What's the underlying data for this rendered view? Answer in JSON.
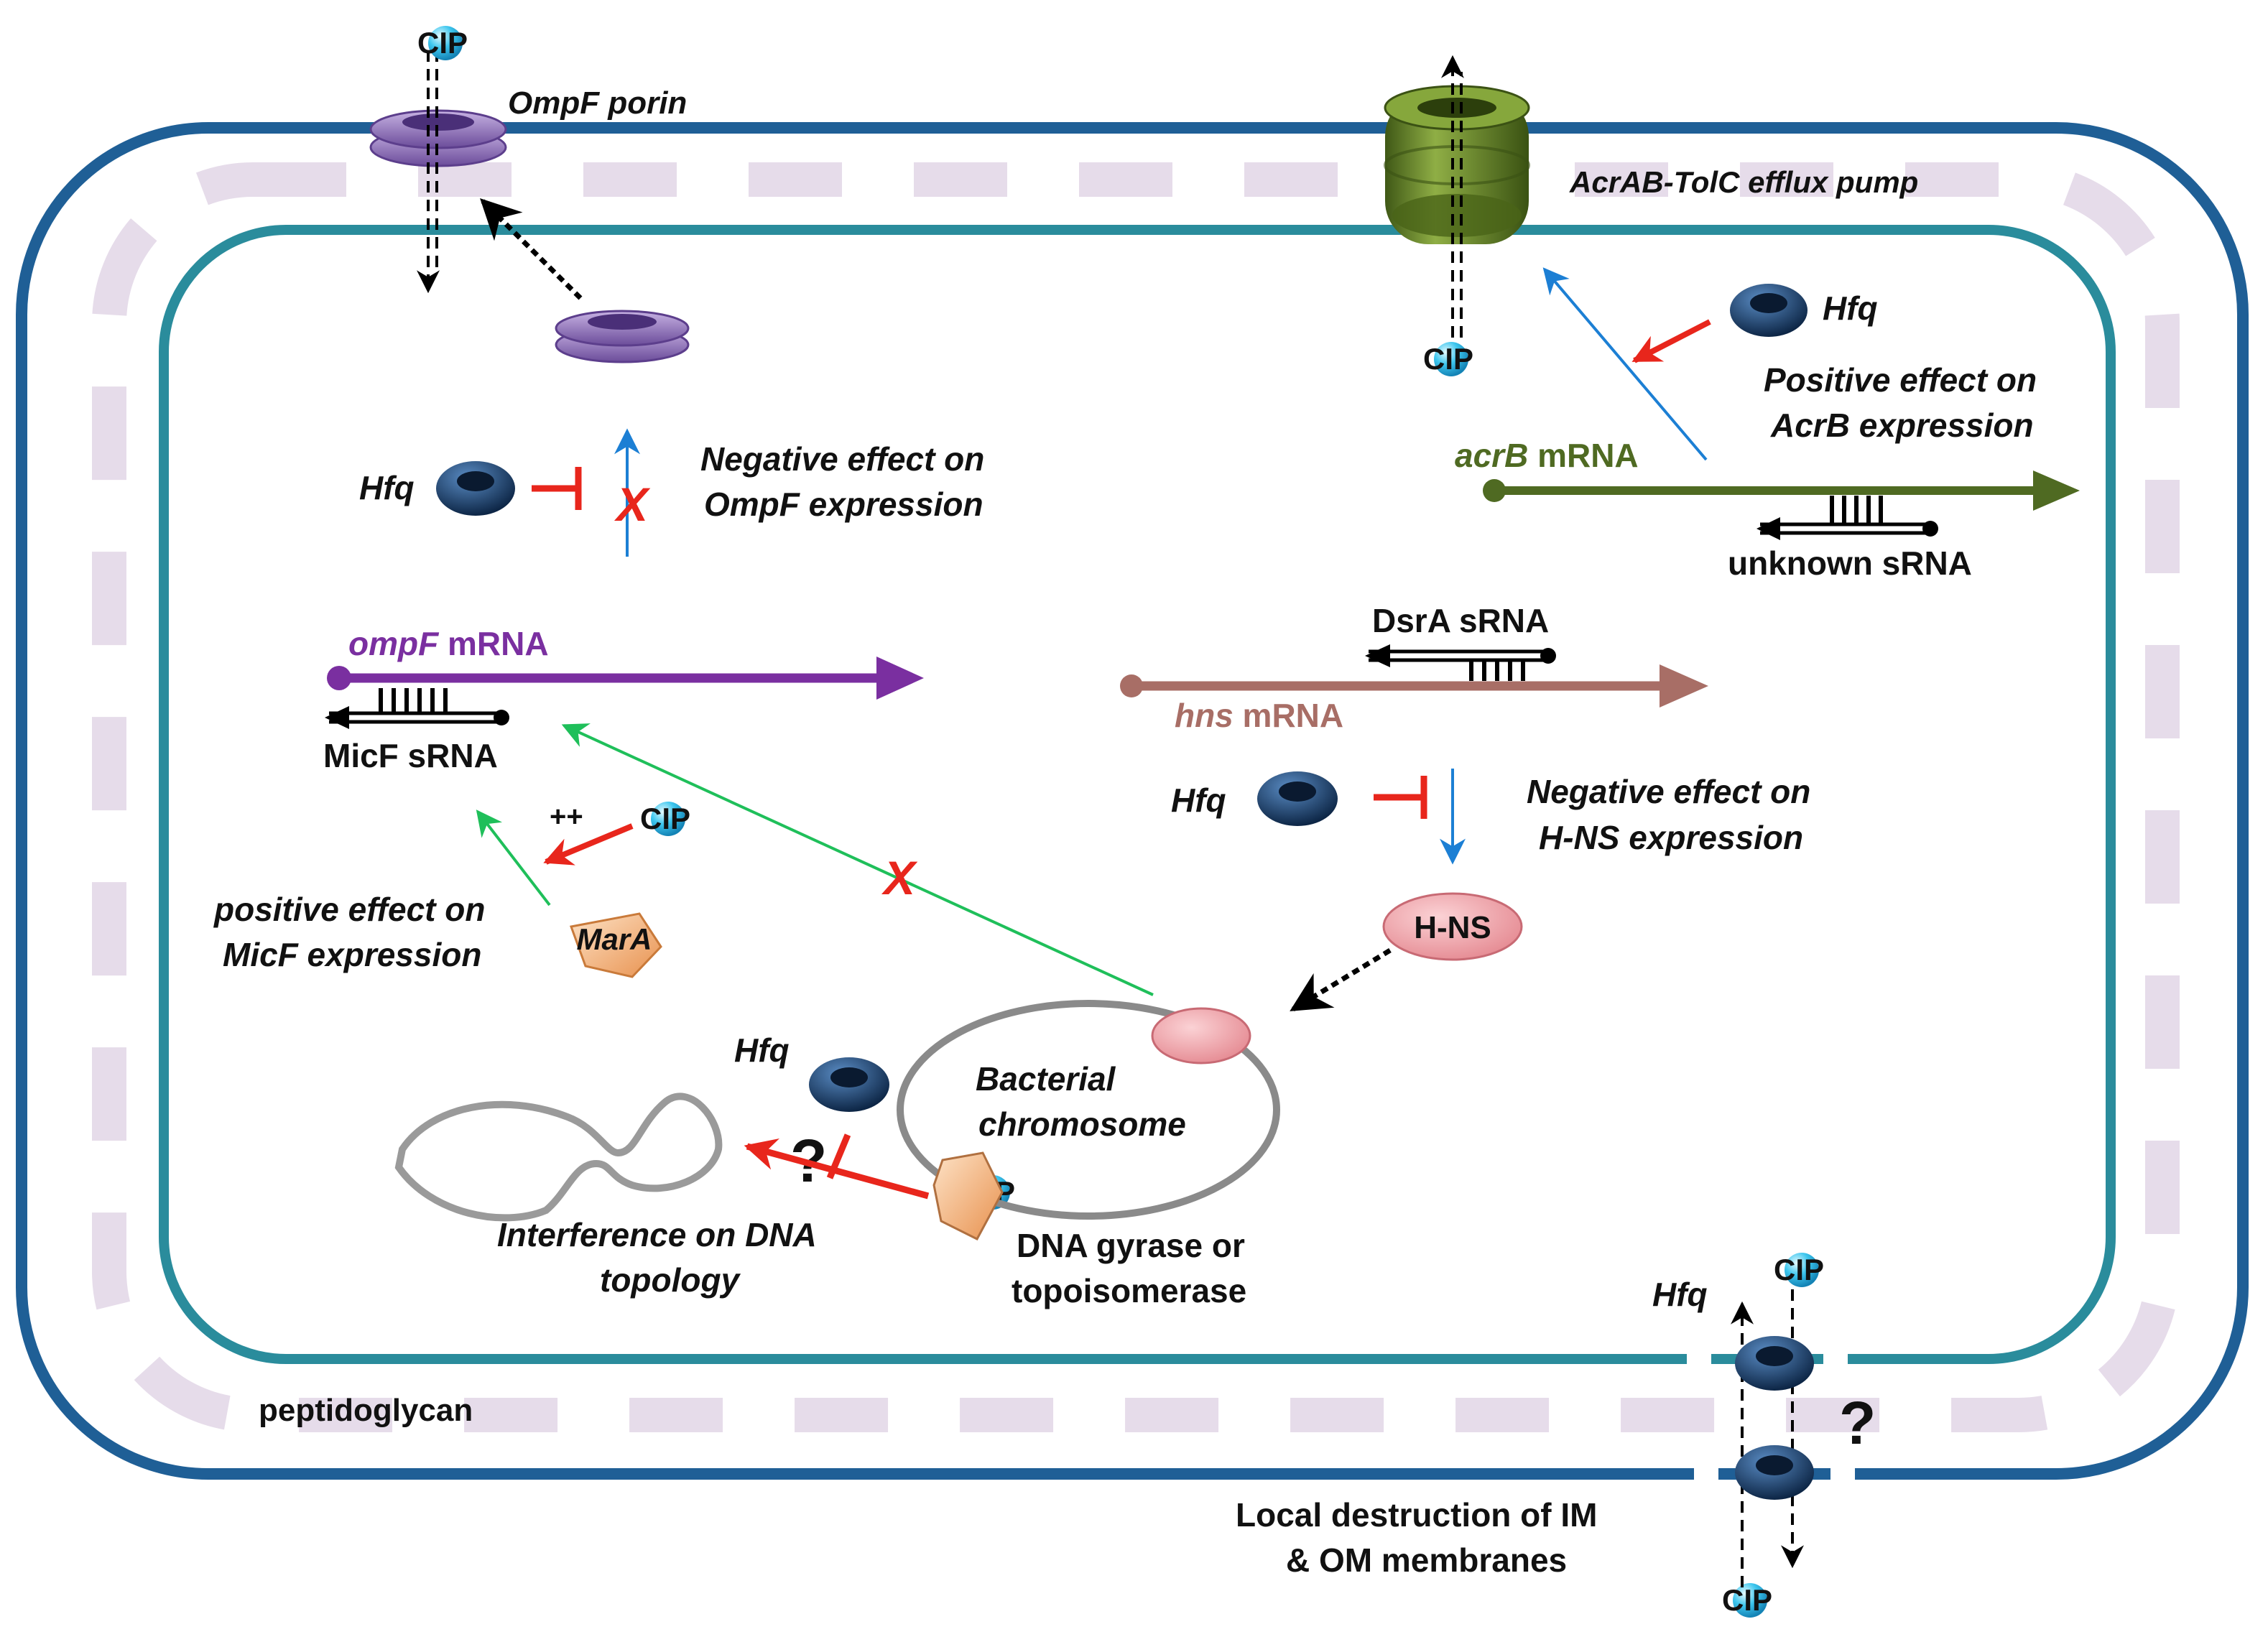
{
  "labels": {
    "ompf_porin": "OmpF porin",
    "acrab_pump": "AcrAB-TolC efflux pump",
    "cip": "CIP",
    "hfq": "Hfq",
    "neg_ompf_1": "Negative effect on",
    "neg_ompf_2": "OmpF expression",
    "pos_acrb_1": "Positive effect on",
    "pos_acrb_2": "AcrB expression",
    "acrb_italic": "acrB",
    "mrna_suffix": " mRNA",
    "unknown_srna": "unknown sRNA",
    "ompf_italic": "ompF",
    "micf_srna": "MicF sRNA",
    "dsra_srna": "DsrA sRNA",
    "hns_italic": "hns",
    "neg_hns_1": "Negative effect on",
    "neg_hns_2": "H-NS expression",
    "hns_protein": "H-NS",
    "plusplus": "++",
    "pos_micf_1": "positive effect on",
    "pos_micf_2": "MicF expression",
    "mara": "MarA",
    "chromosome_1": "Bacterial",
    "chromosome_2": "chromosome",
    "question": "?",
    "interference_1": "Interference on DNA",
    "interference_2": "topology",
    "gyrase_1": "DNA gyrase or",
    "gyrase_2": "topoisomerase",
    "peptidoglycan": "peptidoglycan",
    "local_destruction_1": "Local destruction of IM",
    "local_destruction_2": "& OM membranes",
    "x_mark": "X"
  },
  "colors": {
    "outer_membrane": "#1f5f96",
    "inner_membrane": "#2a8c9c",
    "peptidoglycan": "#e6dcea",
    "ompf_purple": "#7a2fa0",
    "acrb_green": "#4f6a22",
    "hns_brown": "#a86e66",
    "red": "#e8261c",
    "blue_arrow": "#1c7fd4",
    "green_arrow": "#1fbf5a",
    "hfq_dark": "#1a3d66",
    "cip_cyan": "#3dc6ee",
    "hns_pink": "#f0a0a6",
    "mara_orange": "#f5b27a",
    "pump_green": "#5e7a26",
    "porin_purple": "#8c6cb8"
  }
}
